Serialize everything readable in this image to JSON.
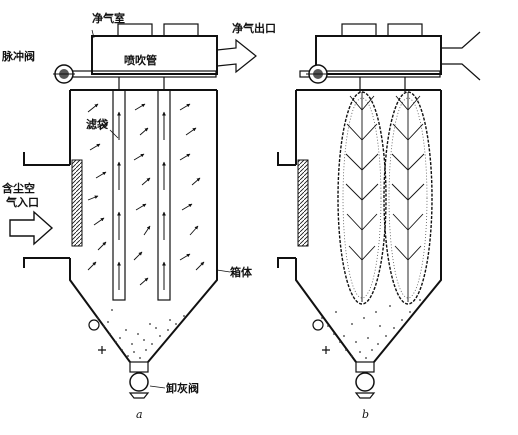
{
  "labels": {
    "clean_room": "净气室",
    "clean_outlet": "净气出口",
    "pulse_valve": "脉冲阀",
    "blow_pipe": "喷吹管",
    "filter_bag": "滤袋",
    "dust_inlet_line1": "含尘空",
    "dust_inlet_line2": "气入口",
    "housing": "箱体",
    "ash_valve": "卸灰阀"
  },
  "captions": {
    "left": "a",
    "right": "b"
  },
  "colors": {
    "ink": "#111111",
    "paper": "#ffffff",
    "dust": "#333333"
  }
}
